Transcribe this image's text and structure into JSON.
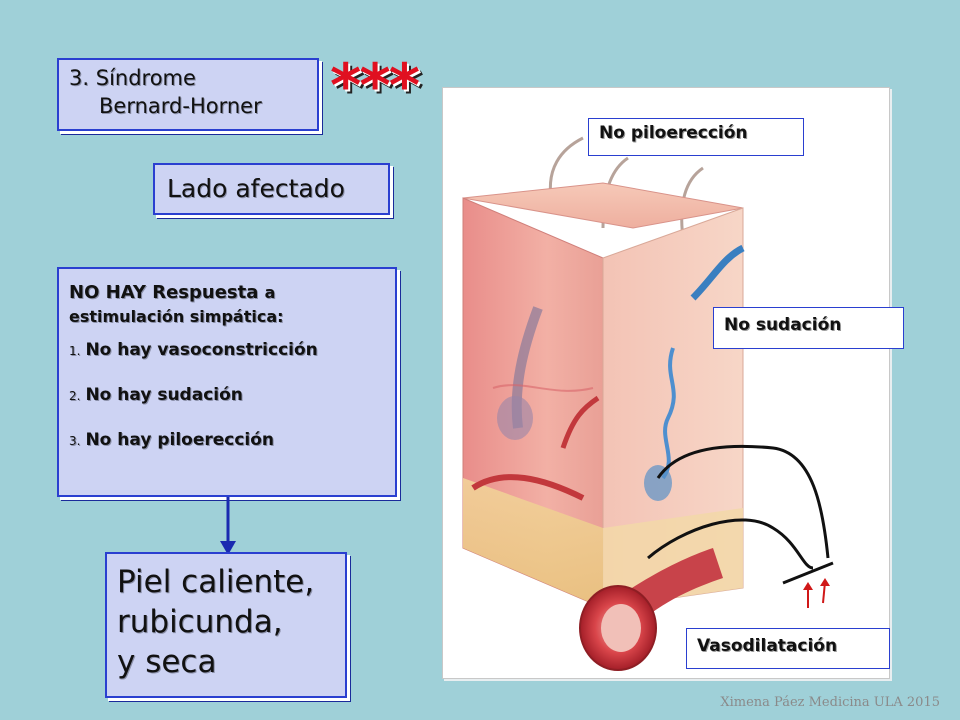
{
  "title": {
    "number": "3.",
    "line1": "Síndrome",
    "line2": "Bernard-Horner"
  },
  "asterisks": "***",
  "side_label": "Lado afectado",
  "response": {
    "heading": "NO HAY Respuesta",
    "heading_small": "a",
    "intro": "estimulación simpática:",
    "items": [
      {
        "num": "1.",
        "text": "No hay vasoconstricción"
      },
      {
        "num": "2.",
        "text": "No hay sudación"
      },
      {
        "num": "3.",
        "text": "No hay piloerección"
      }
    ]
  },
  "result": {
    "line1": "Piel caliente,",
    "line2": "rubicunda,",
    "line3": "y seca"
  },
  "labels": {
    "piloerection": "No piloerección",
    "sweating": "No sudación",
    "vasodilation": "Vasodilatación"
  },
  "footer": "Ximena Páez Medicina ULA 2015",
  "colors": {
    "background": "#9fd0d8",
    "box_fill": "#cdd3f3",
    "box_border": "#2a3fd0",
    "asterisk": "#e01020"
  }
}
